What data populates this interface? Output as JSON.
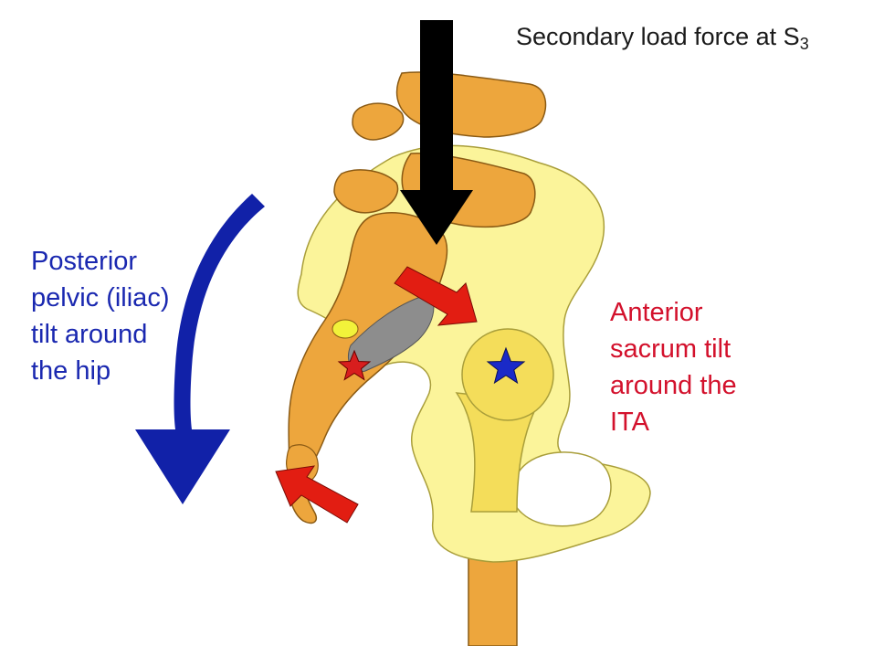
{
  "colors": {
    "bone": "#eda63d",
    "bone_outline": "#8a5a14",
    "pelvis": "#fbf49a",
    "pelvis_outline": "#a99e3a",
    "femur_head": "#f4dd5a",
    "foramen": "#ffffff",
    "sacral_canal": "#8d8d8d",
    "ligament_spot": "#f2f23a",
    "load_arrow": "#000000",
    "red_arrow": "#e21d12",
    "blue_arrow": "#1121a8",
    "blue_text": "#1a28b0",
    "red_text": "#d3112c",
    "red_star": "#d81e1e",
    "blue_star": "#1a2ac8"
  },
  "labels": {
    "load_force": "Secondary load force at S",
    "load_force_sub": "3",
    "posterior": [
      "Posterior",
      "pelvic (iliac)",
      "tilt around",
      "the hip"
    ],
    "anterior": [
      "Anterior",
      "sacrum tilt",
      "around the",
      "ITA"
    ]
  },
  "icons": {
    "load_arrow": "down-arrow-icon",
    "posterior_arrow": "curved-down-arrow-icon",
    "sacrum_arrow": "right-down-arrow-icon",
    "coccyx_arrow": "left-up-arrow-icon",
    "rotation_center_sacrum": "star-icon",
    "rotation_center_hip": "star-icon"
  }
}
